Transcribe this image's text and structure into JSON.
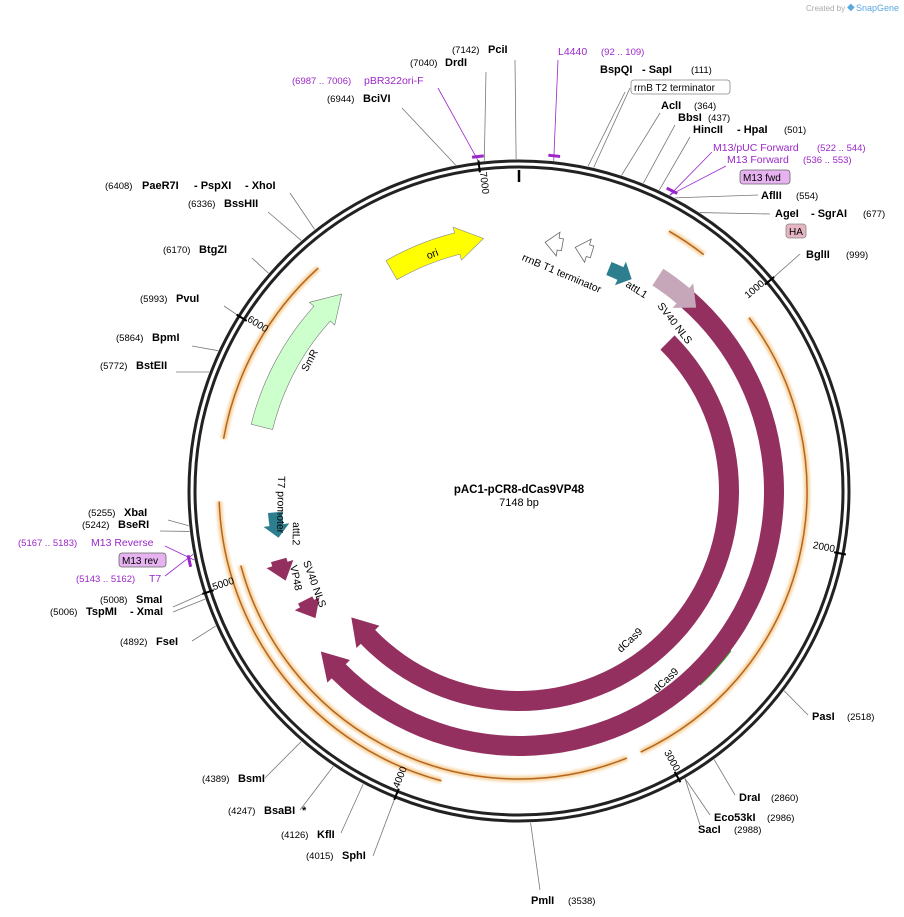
{
  "credit": {
    "prefix": "Created by",
    "brand": "SnapGene"
  },
  "plasmid": {
    "name": "pAC1-pCR8-dCas9VP48",
    "size_label": "7148 bp"
  },
  "colors": {
    "cds": "#93305f",
    "gene_light": "#c5a7b9",
    "ori": "#ffff00",
    "smr": "#ccffcc",
    "att": "#2d7f8f",
    "primer": "#9b27c9",
    "orange": "#f0b052",
    "green": "#3a9d2c"
  },
  "ticks": [
    "1000",
    "2000",
    "3000",
    "4000",
    "5000",
    "6000",
    "7000"
  ],
  "features": {
    "ori": "ori",
    "smr": "SmR",
    "attl1": "attL1",
    "attl2": "attL2",
    "sv40_nls_1": "SV40 NLS",
    "sv40_nls_2": "SV40 NLS",
    "vp48": "VP48",
    "dcas9_inner": "dCas9",
    "dcas9_outer": "dCas9",
    "rrnb_t1": "rrnB T1 terminator",
    "rrnb_t2": "rrnB T2 terminator",
    "t7_promoter": "T7 promoter",
    "ha": "HA",
    "m13_fwd": "M13 fwd",
    "m13_rev": "M13 rev"
  },
  "sites": [
    {
      "id": "pcii",
      "name": "PciI",
      "pos": "(7142)"
    },
    {
      "id": "drdi",
      "name": "DrdI",
      "pos": "(7040)"
    },
    {
      "id": "bcivi",
      "name": "BciVI",
      "pos": "(6944)"
    },
    {
      "id": "paer7i",
      "name": "PaeR7I",
      "name2": "- PspXI",
      "name3": "- XhoI",
      "pos": "(6408)"
    },
    {
      "id": "bsshii",
      "name": "BssHII",
      "pos": "(6336)"
    },
    {
      "id": "btgzi",
      "name": "BtgZI",
      "pos": "(6170)"
    },
    {
      "id": "pvui",
      "name": "PvuI",
      "pos": "(5993)"
    },
    {
      "id": "bpmi",
      "name": "BpmI",
      "pos": "(5864)"
    },
    {
      "id": "bsteii",
      "name": "BstEII",
      "pos": "(5772)"
    },
    {
      "id": "xbai",
      "name": "XbaI",
      "pos": "(5255)"
    },
    {
      "id": "bseri",
      "name": "BseRI",
      "pos": "(5242)"
    },
    {
      "id": "smai",
      "name": "SmaI",
      "pos": "(5008)"
    },
    {
      "id": "tspmi",
      "name": "TspMI",
      "name2": "- XmaI",
      "pos": "(5006)"
    },
    {
      "id": "fsei",
      "name": "FseI",
      "pos": "(4892)"
    },
    {
      "id": "bsmi",
      "name": "BsmI",
      "pos": "(4389)"
    },
    {
      "id": "bsabi",
      "name": "BsaBI",
      "name2": "*",
      "pos": "(4247)"
    },
    {
      "id": "kfli",
      "name": "KflI",
      "pos": "(4126)"
    },
    {
      "id": "sphi",
      "name": "SphI",
      "pos": "(4015)"
    },
    {
      "id": "pmli",
      "name": "PmlI",
      "pos": "(3538)"
    },
    {
      "id": "saci",
      "name": "SacI",
      "pos": "(2988)"
    },
    {
      "id": "eco53ki",
      "name": "Eco53kI",
      "pos": "(2986)"
    },
    {
      "id": "drai",
      "name": "DraI",
      "pos": "(2860)"
    },
    {
      "id": "pasi",
      "name": "PasI",
      "pos": "(2518)"
    },
    {
      "id": "bglii",
      "name": "BglII",
      "pos": "(999)"
    },
    {
      "id": "agei",
      "name": "AgeI",
      "name2": "- SgrAI",
      "pos": "(677)"
    },
    {
      "id": "aflii",
      "name": "AflII",
      "pos": "(554)"
    },
    {
      "id": "hincii",
      "name": "HincII",
      "name2": "- HpaI",
      "pos": "(501)"
    },
    {
      "id": "bbsi",
      "name": "BbsI",
      "pos": "(437)"
    },
    {
      "id": "acli",
      "name": "AclI",
      "pos": "(364)"
    },
    {
      "id": "bspqi",
      "name": "BspQI",
      "name2": "- SapI",
      "pos": "(111)"
    }
  ],
  "primers": [
    {
      "id": "l4440",
      "name": "L4440",
      "pos": "(92 .. 109)"
    },
    {
      "id": "pbr322",
      "name": "pBR322ori-F",
      "pos": "(6987 .. 7006)"
    },
    {
      "id": "m13puc",
      "name": "M13/pUC Forward",
      "pos": "(522 .. 544)"
    },
    {
      "id": "m13f",
      "name": "M13 Forward",
      "pos": "(536 .. 553)"
    },
    {
      "id": "m13r",
      "name": "M13 Reverse",
      "pos": "(5167 .. 5183)"
    },
    {
      "id": "t7",
      "name": "T7",
      "pos": "(5143 .. 5162)"
    }
  ]
}
